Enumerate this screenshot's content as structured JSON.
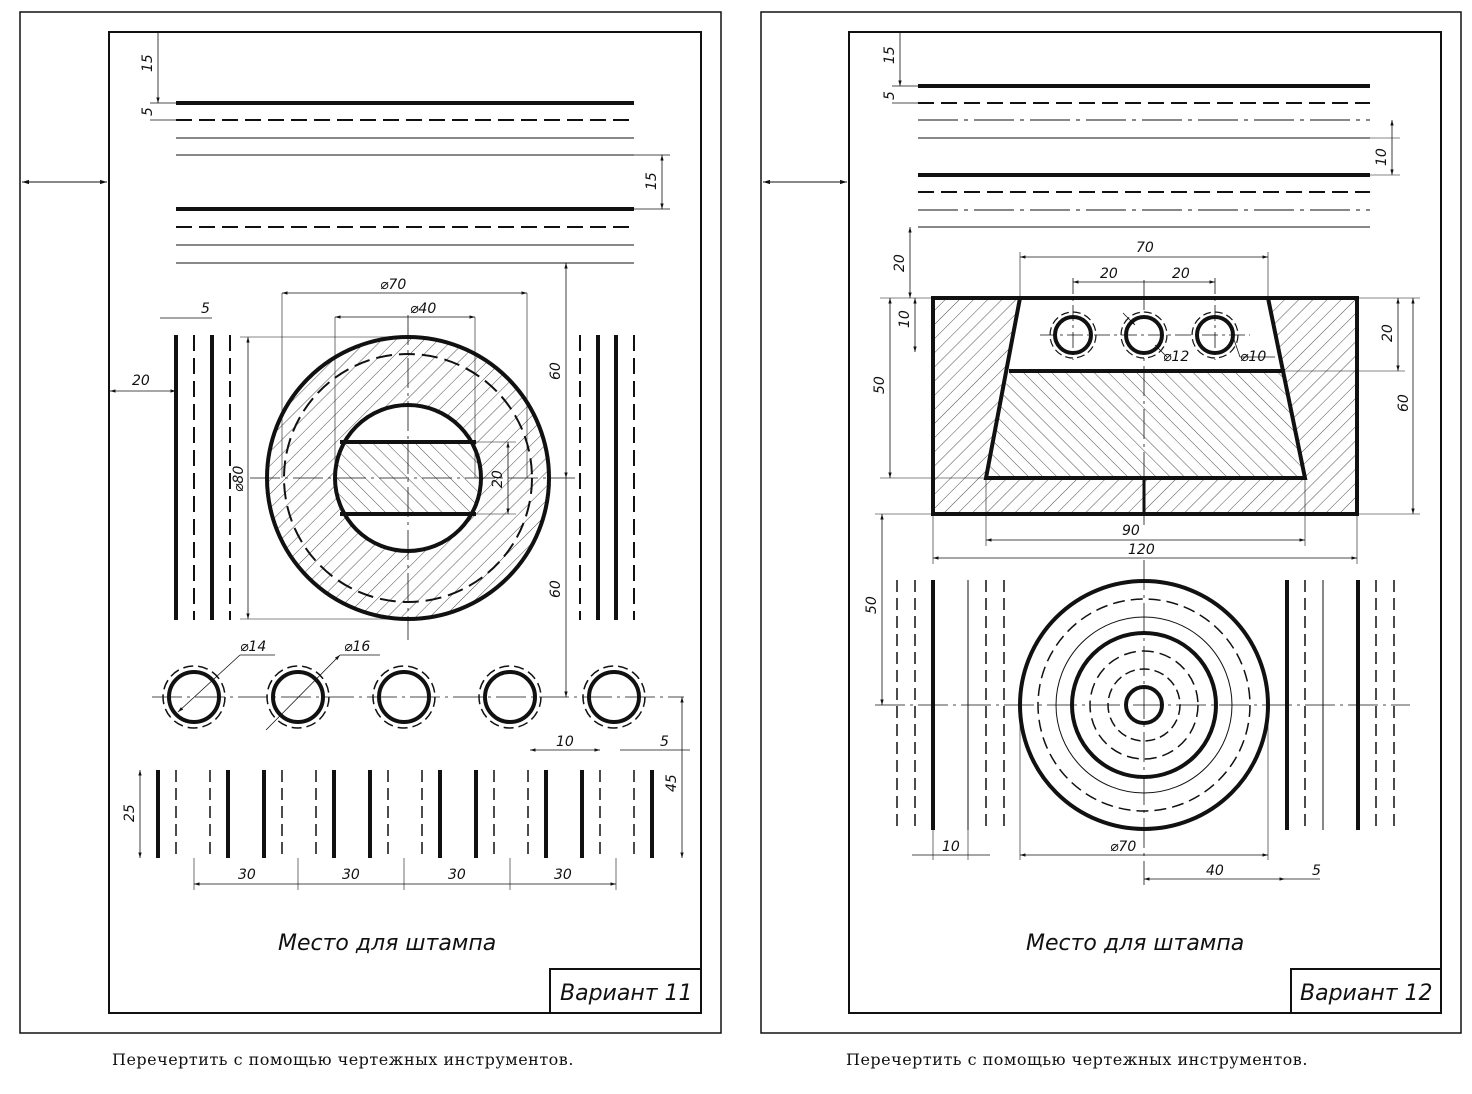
{
  "sheet_left": {
    "stamp_place": "Место для штампа",
    "variant": "Вариант 11",
    "caption": "Перечертить с помощью чертежных инструментов.",
    "dims": {
      "d15a": "15",
      "d5a": "5",
      "d15b": "15",
      "d5b": "5",
      "d20": "20",
      "d70": "⌀70",
      "d40": "⌀40",
      "d80": "⌀80",
      "d20c": "20",
      "d60a": "60",
      "d60b": "60",
      "d14": "⌀14",
      "d16": "⌀16",
      "d10": "10",
      "d5c": "5",
      "d25": "25",
      "d45": "45",
      "d30a": "30",
      "d30b": "30",
      "d30c": "30",
      "d30d": "30"
    }
  },
  "sheet_right": {
    "stamp_place": "Место для штампа",
    "variant": "Вариант 12",
    "caption": "Перечертить с помощью чертежных инструментов.",
    "dims": {
      "d15": "15",
      "d5": "5",
      "d10a": "10",
      "d20a": "20",
      "d70": "70",
      "d20b": "20",
      "d20c": "20",
      "d10b": "10",
      "d50a": "50",
      "d12": "⌀12",
      "d10c": "⌀10",
      "d20d": "20",
      "d60": "60",
      "d90": "90",
      "d120": "120",
      "d50b": "50",
      "d10d": "10",
      "d70c": "⌀70",
      "d40": "40",
      "d5b": "5"
    }
  }
}
